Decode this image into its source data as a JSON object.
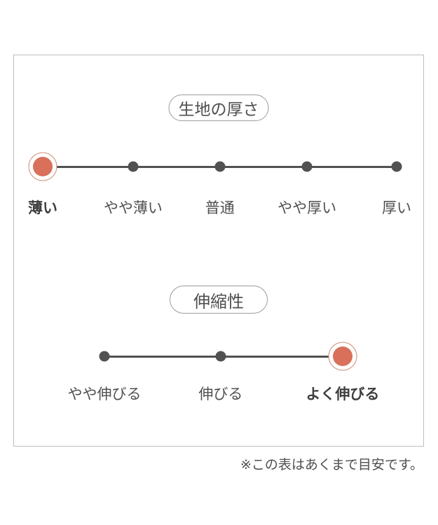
{
  "note": "※この表はあくまで目安です。",
  "colors": {
    "ink": "#4f4f4f",
    "line": "#515151",
    "accent": "#d8705a",
    "accent_ring": "#cc8e74",
    "panel_border": "#bdbdbd",
    "pill_border": "#9c9c9c"
  },
  "chart_data": [
    {
      "type": "scale",
      "title": "生地の厚さ",
      "categories": [
        "薄い",
        "やや薄い",
        "普通",
        "やや厚い",
        "厚い"
      ],
      "selected": "薄い",
      "selected_index": 0,
      "legend_position": "none",
      "grid": false
    },
    {
      "type": "scale",
      "title": "伸縮性",
      "categories": [
        "やや伸びる",
        "伸びる",
        "よく伸びる"
      ],
      "selected": "よく伸びる",
      "selected_index": 2,
      "legend_position": "none",
      "grid": false
    }
  ]
}
